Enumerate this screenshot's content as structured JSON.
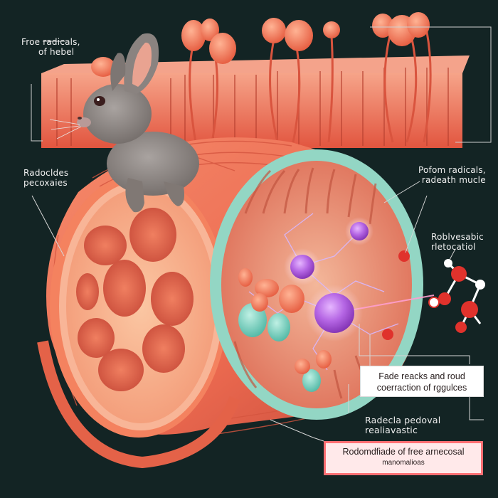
{
  "labels": {
    "free_radicals": [
      "Froe radicals,",
      "of hebel"
    ],
    "radocldes": [
      "Radocldes",
      "pecoxaies"
    ],
    "pofom_radicals": [
      "Pofom radicals,",
      "radeath mucle"
    ],
    "roblvesabic": [
      "Roblvesabic",
      "rletocatiol"
    ],
    "radecla_pedoval": [
      "Radecla pedoval",
      "realiavastic"
    ]
  },
  "callout_boxes": {
    "box_1": [
      "Fade reacks and roud",
      "coerraction of rggulces"
    ],
    "box_2": [
      "Rodomdfiade of free arnecosal",
      "manomalioas"
    ]
  },
  "colors": {
    "background": "#132424",
    "muscle": "#f26b52",
    "muscle_light": "#f89a78",
    "inner_wall": "#f7b089",
    "teal_ring": "#93d6c4",
    "radical": "#a04ad0",
    "molecule": "#e0322c",
    "box_border": "#ff6f73"
  }
}
